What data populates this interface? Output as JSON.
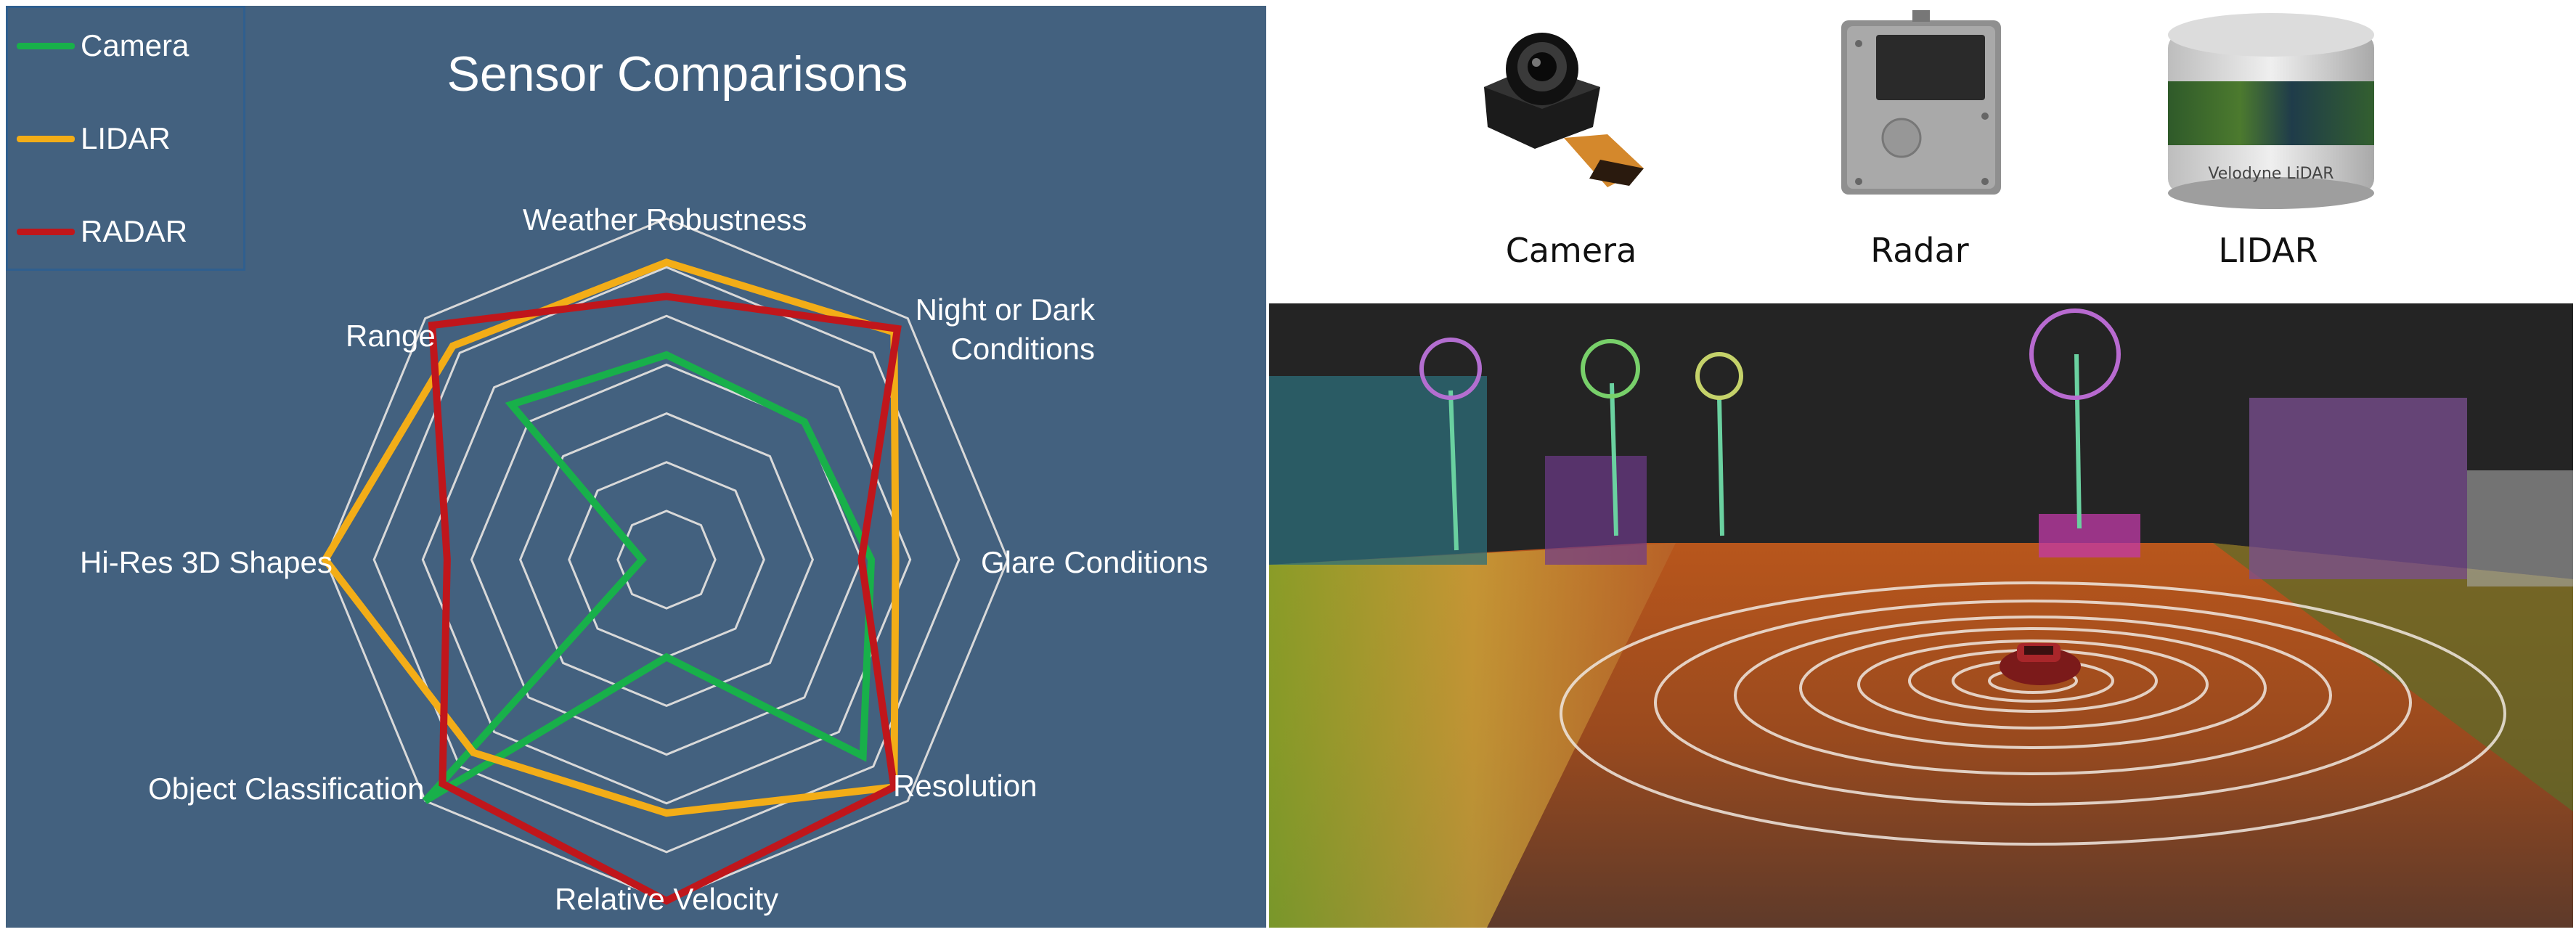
{
  "chart_data": {
    "type": "radar",
    "title": "Sensor Comparisons",
    "axes": [
      "Weather Robustness",
      "Night or Dark Conditions",
      "Glare Conditions",
      "Resolution",
      "Relative Velocity",
      "Object Classification",
      "Hi-Res 3D Shapes",
      "Range"
    ],
    "rlim": [
      0,
      7
    ],
    "rings": 7,
    "legend_position": "top-left",
    "series": [
      {
        "name": "Camera",
        "color": "#18b04a",
        "values": [
          4.2,
          4.0,
          4.2,
          5.7,
          2.0,
          7.0,
          0.5,
          4.5
        ]
      },
      {
        "name": "LIDAR",
        "color": "#f3ad17",
        "values": [
          6.1,
          6.6,
          4.7,
          6.6,
          5.2,
          5.6,
          7.0,
          6.2
        ]
      },
      {
        "name": "RADAR",
        "color": "#c0161b",
        "values": [
          5.4,
          6.7,
          4.0,
          6.6,
          7.0,
          6.5,
          4.5,
          6.8
        ]
      }
    ],
    "ring_color": "#d9d9d9"
  },
  "sensors": [
    {
      "name": "Camera",
      "icon": "camera-icon"
    },
    {
      "name": "Radar",
      "icon": "radar-icon"
    },
    {
      "name": "LIDAR",
      "icon": "lidar-icon"
    }
  ],
  "lidar_unit_brand": "Velodyne LiDAR"
}
